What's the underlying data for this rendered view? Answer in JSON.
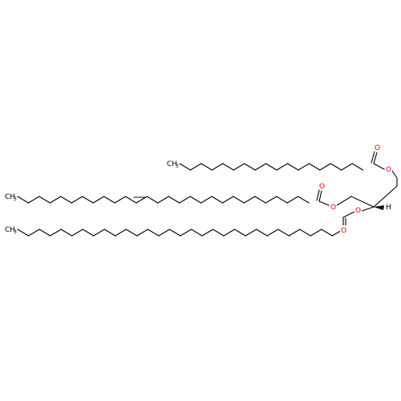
{
  "atom_labels": {
    "methyl": "CH",
    "methyl_sub": "3",
    "oxygen": "O",
    "hydrogen": "H"
  },
  "colors": {
    "bond": "#000000",
    "oxygen": "#ff0000",
    "carbon": "#000000",
    "hydrogen": "#000000",
    "background": "#ffffff"
  }
}
